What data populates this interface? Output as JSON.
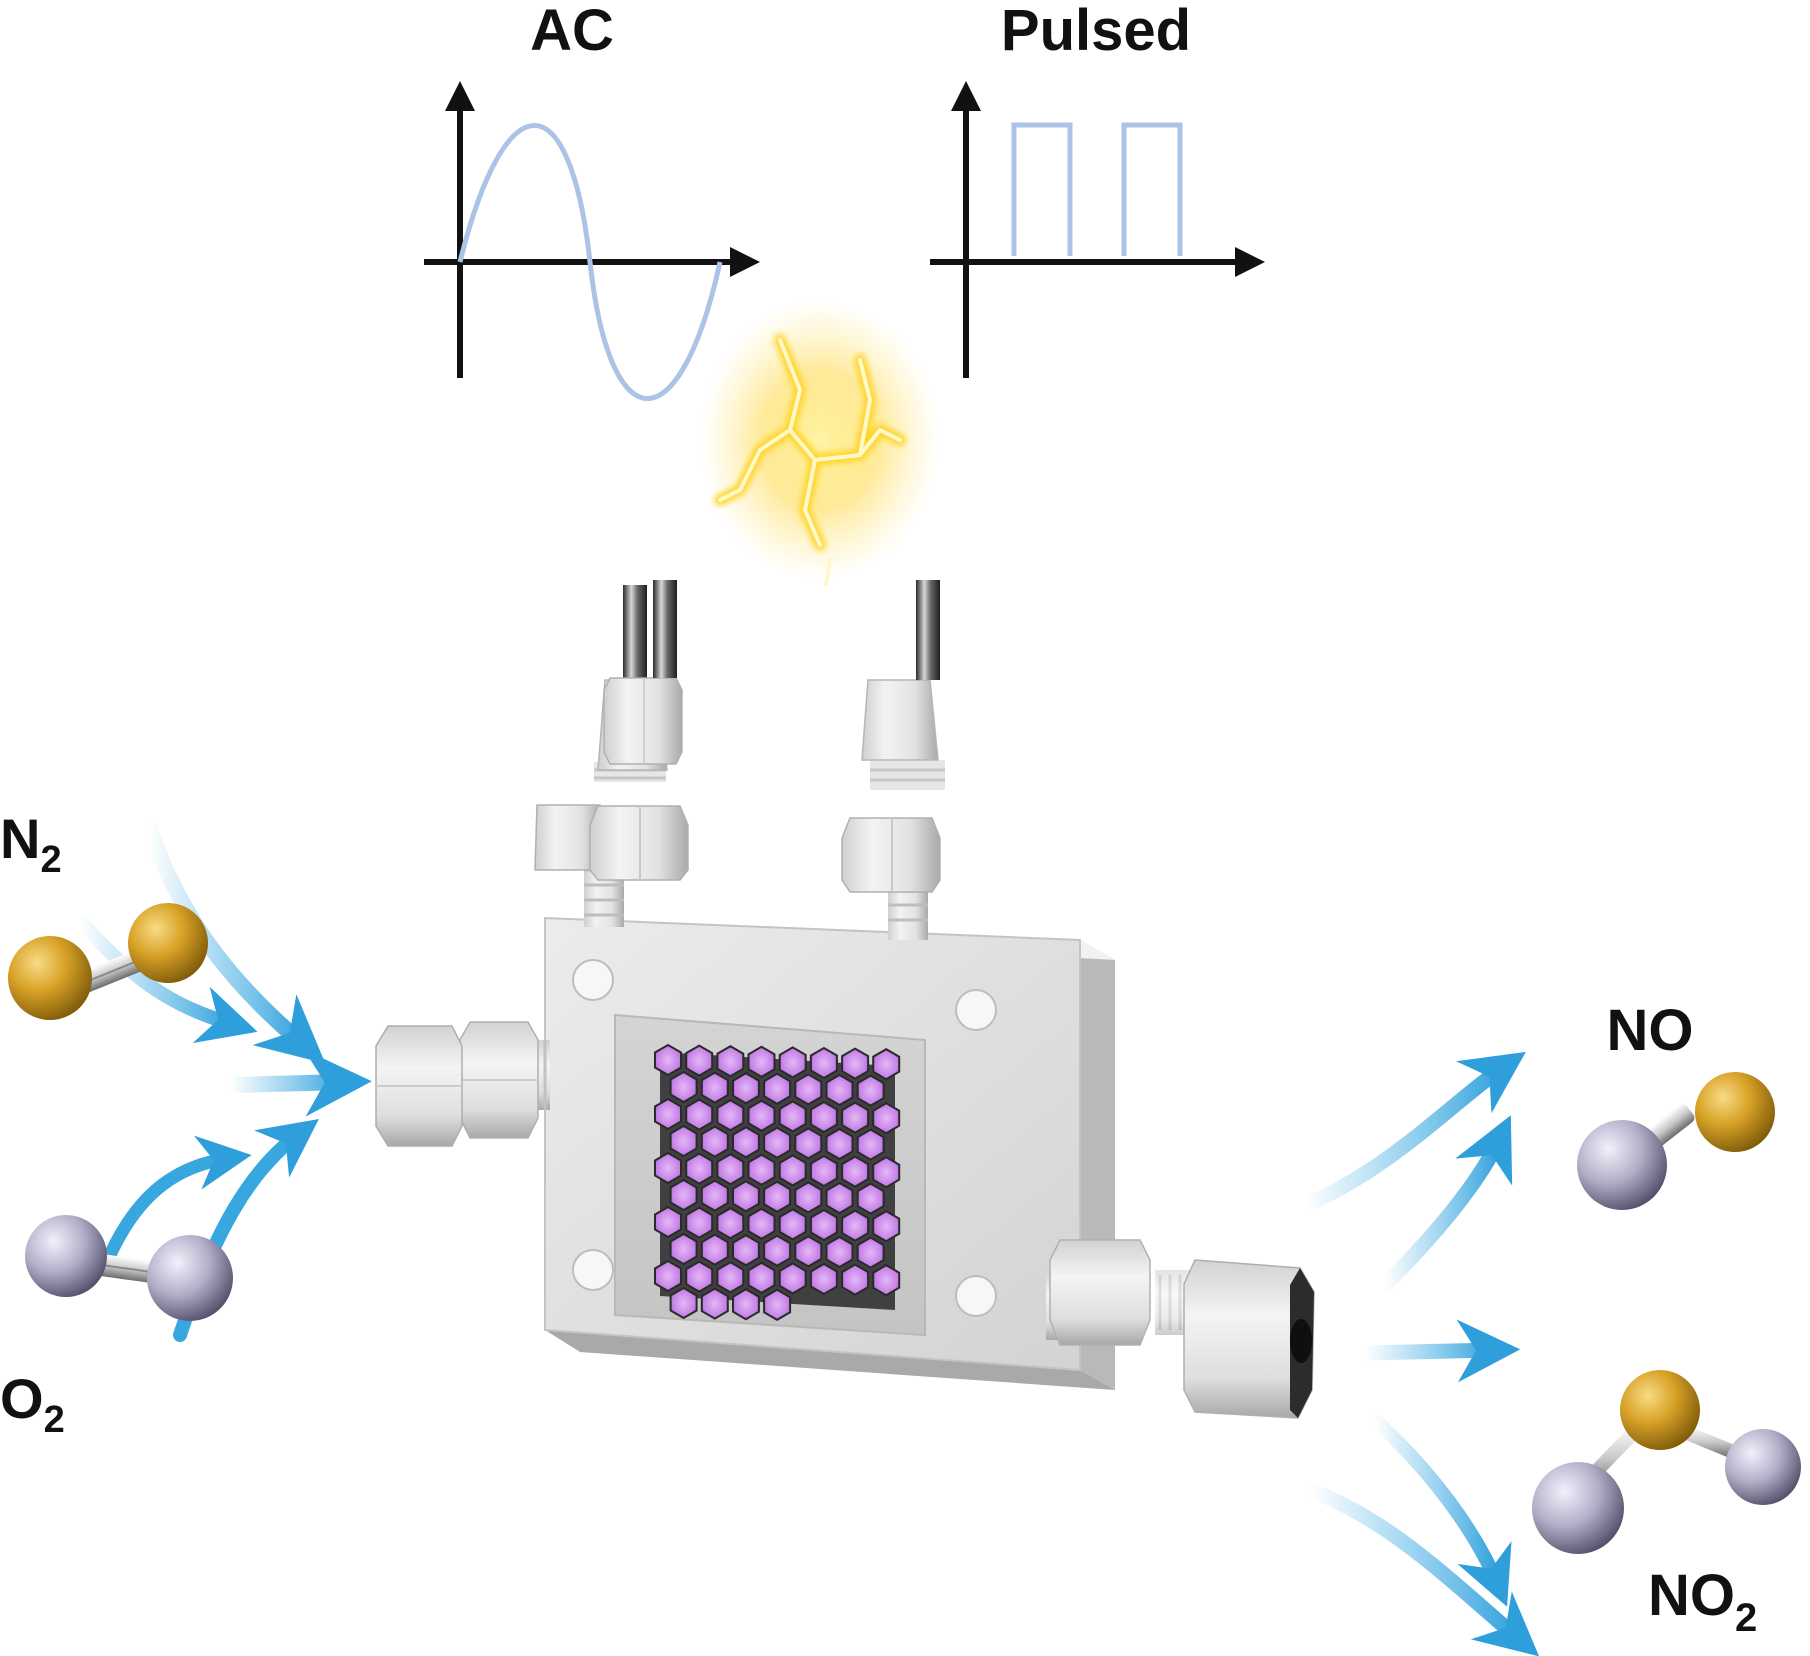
{
  "waveforms": {
    "ac": {
      "title": "AC"
    },
    "pulsed": {
      "title": "Pulsed"
    }
  },
  "reactants": {
    "n2": {
      "symbol": "N",
      "subscript": "2"
    },
    "o2": {
      "symbol": "O",
      "subscript": "2"
    }
  },
  "products": {
    "no": {
      "label": "NO"
    },
    "no2": {
      "symbol": "NO",
      "subscript": "2"
    }
  },
  "colors": {
    "nitrogen_atom": "#d09a1e",
    "oxygen_atom": "#a9a7c2",
    "gas_flow_arrow": "#38a7e0",
    "waveform_line": "#aac3e6",
    "reactor_body": "#e4e4e4",
    "plasma_glow": "#c77fe6",
    "spark": "#ffd21a"
  },
  "icons": {
    "spark": "lightning-spark-icon",
    "reactor": "plasma-reactor-icon"
  }
}
